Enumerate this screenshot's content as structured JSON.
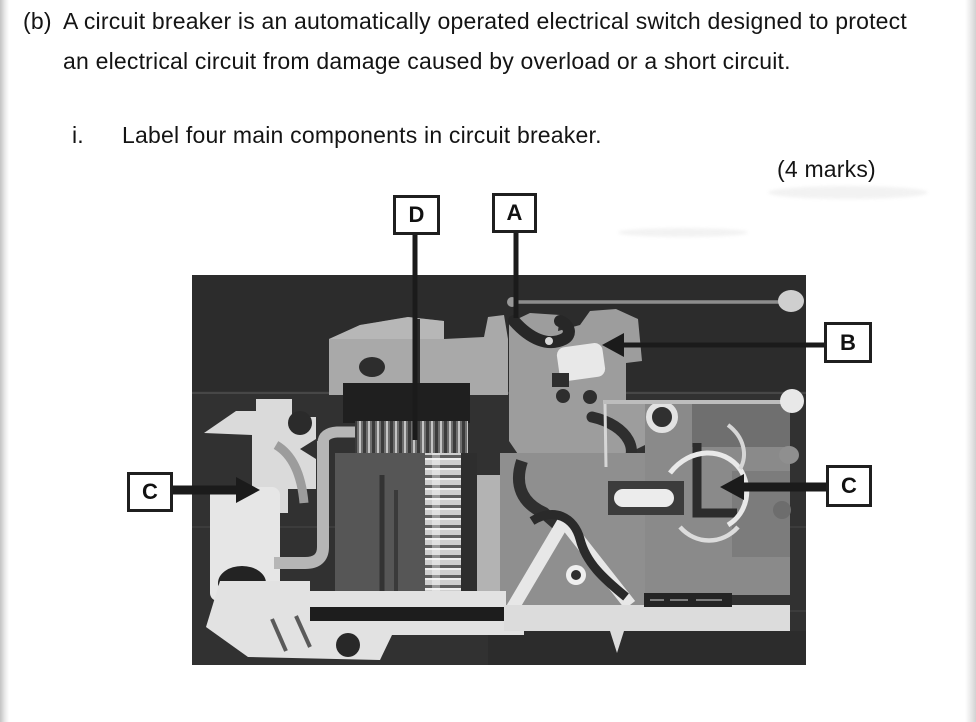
{
  "page": {
    "question_part": "(b)",
    "intro_line1": "A circuit breaker is an automatically operated electrical switch designed to protect",
    "intro_line2": "an electrical circuit from damage caused by overload or a short circuit.",
    "subquestion": {
      "numeral": "i.",
      "text": "Label four main components in circuit breaker."
    },
    "marks": "(4 marks)"
  },
  "diagram": {
    "type": "labeled-figure",
    "figure": "circuit breaker cutaway photograph",
    "labels": [
      {
        "id": "D",
        "text": "D"
      },
      {
        "id": "A",
        "text": "A"
      },
      {
        "id": "B",
        "text": "B"
      },
      {
        "id": "C-right",
        "text": "C"
      },
      {
        "id": "C-left",
        "text": "C"
      }
    ],
    "colors": {
      "photo_background": "#313131",
      "leader_line": "#1b1b1b",
      "label_border": "#1f1f1f"
    }
  }
}
